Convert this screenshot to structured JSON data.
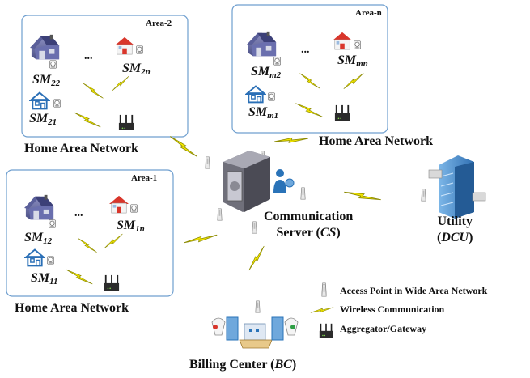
{
  "areas": [
    {
      "name": "Area-2",
      "meters": [
        {
          "base": "SM",
          "sub": "22"
        },
        {
          "base": "SM",
          "sub": "2n"
        },
        {
          "base": "SM",
          "sub": "21"
        }
      ]
    },
    {
      "name": "Area-n",
      "meters": [
        {
          "base": "SM",
          "sub": "m2"
        },
        {
          "base": "SM",
          "sub": "mn"
        },
        {
          "base": "SM",
          "sub": "m1"
        }
      ]
    },
    {
      "name": "Area-1",
      "meters": [
        {
          "base": "SM",
          "sub": "12"
        },
        {
          "base": "SM",
          "sub": "1n"
        },
        {
          "base": "SM",
          "sub": "11"
        }
      ]
    }
  ],
  "ellipsis": "...",
  "han_label": "Home Area Network",
  "communication_server": {
    "line1": "Communication",
    "line2_prefix": "Server (",
    "abbr": "CS",
    "line2_suffix": ")"
  },
  "utility": {
    "line1": "Utility",
    "prefix": "(",
    "abbr": "DCU",
    "suffix": ")"
  },
  "billing_center": {
    "prefix": "Billing Center (",
    "abbr": "BC",
    "suffix": ")"
  },
  "legend": {
    "access_point": "Access Point in Wide Area Network",
    "wireless": "Wireless Communication",
    "aggregator": "Aggregator/Gateway"
  },
  "colors": {
    "area_border": "#6f9fcf",
    "lightning": "#f2e600",
    "lightning_stroke": "#8c8a00"
  }
}
